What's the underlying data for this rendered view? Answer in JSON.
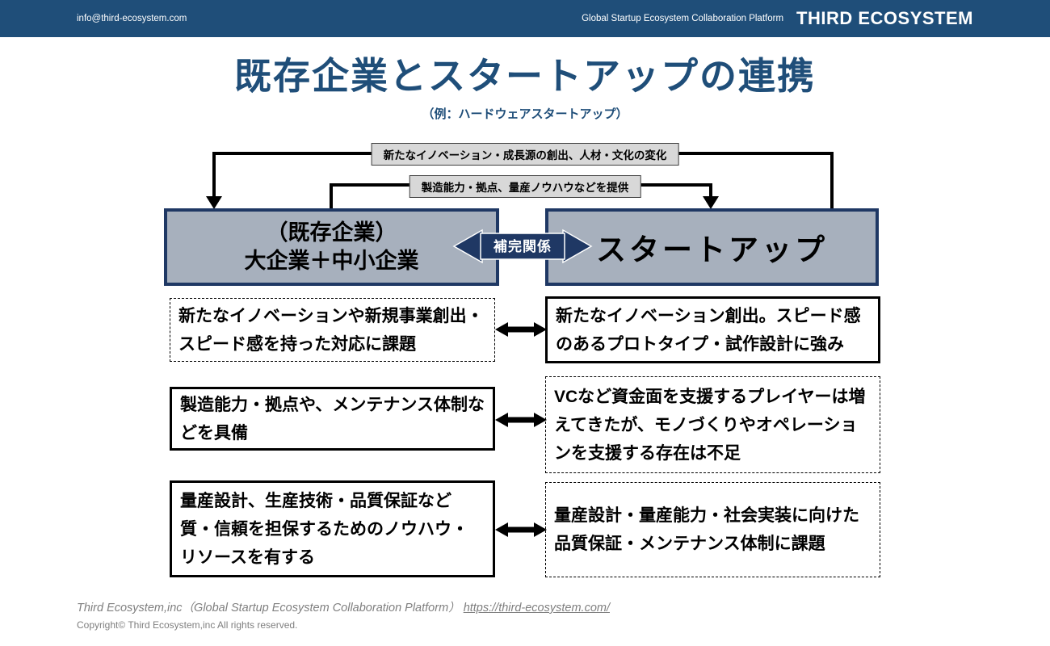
{
  "header": {
    "email": "info@third-ecosystem.com",
    "tagline": "Global Startup Ecosystem Collaboration Platform",
    "logo": "THIRD ECOSYSTEM"
  },
  "title": "既存企業とスタートアップの連携",
  "subtitle": "（例：ハードウェアスタートアップ）",
  "diagram": {
    "flow_labels": [
      {
        "text": "新たなイノベーション・成長源の創出、人材・文化の変化",
        "direction": "startup-to-incumbent"
      },
      {
        "text": "製造能力・拠点、量産ノウハウなどを提供",
        "direction": "incumbent-to-startup"
      }
    ],
    "incumbent_box": {
      "line1": "（既存企業）",
      "line2": "大企業＋中小企業"
    },
    "startup_box": {
      "label": "スタートアップ"
    },
    "relation_label": "補完関係",
    "rows": [
      {
        "left": "新たなイノベーションや新規事業創出・スピード感を持った対応に課題",
        "right": "新たなイノベーション創出。スピード感のあるプロトタイプ・試作設計に強み"
      },
      {
        "left": "製造能力・拠点や、メンテナンス体制などを具備",
        "right": "VCなど資金面を支援するプレイヤーは増えてきたが、モノづくりやオペレーションを支援する存在は不足"
      },
      {
        "left": "量産設計、生産技術・品質保証など質・信頼を担保するためのノウハウ・リソースを有する",
        "right": "量産設計・量産能力・社会実装に向けた品質保証・メンテナンス体制に課題"
      }
    ]
  },
  "footer": {
    "company_line": "Third Ecosystem,inc（Global Startup Ecosystem Collaboration Platform）",
    "link": "https://third-ecosystem.com/",
    "copyright": "Copyright©  Third Ecosystem,inc  All rights reserved."
  },
  "colors": {
    "header_bg": "#1f4e79",
    "title_color": "#1f4e79",
    "main_box_fill": "#a7b0bd",
    "main_box_border": "#1f3864",
    "flow_label_fill": "#d8d8d8",
    "relation_fill": "#1f3864",
    "arrow_color": "#000000"
  }
}
